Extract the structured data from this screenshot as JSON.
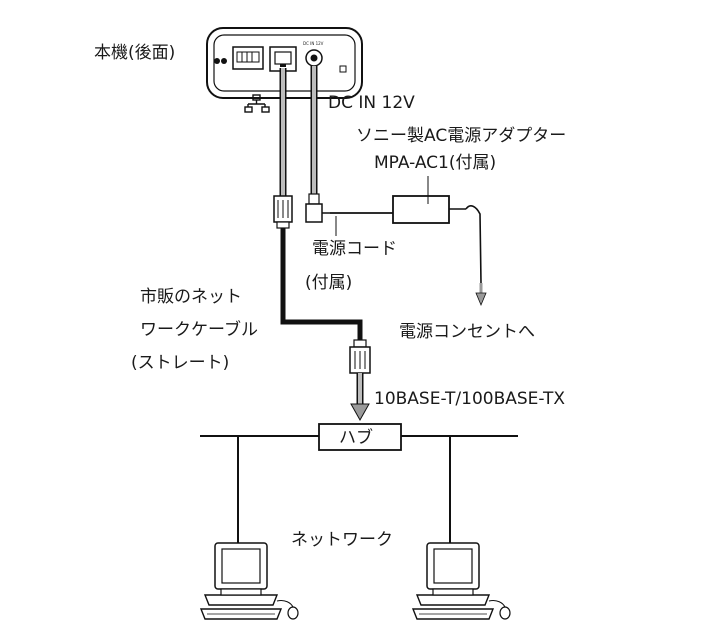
{
  "labels": {
    "device_rear": "本機(後面)",
    "dc_in": "DC IN 12V",
    "adapter_line1": "ソニー製AC電源アダプター",
    "adapter_line2": "MPA-AC1(付属)",
    "power_cord_line1": "電源コード",
    "power_cord_line2": "(付属)",
    "network_cable_line1": "市販のネット",
    "network_cable_line2": "ワークケーブル",
    "network_cable_line3": "(ストレート)",
    "outlet": "電源コンセントへ",
    "lan_standard": "10BASE-T/100BASE-TX",
    "hub": "ハブ",
    "network": "ネットワーク",
    "device_port_text": "DC IN 12V"
  },
  "icons": [
    "network-port-icon",
    "computer-icon"
  ]
}
